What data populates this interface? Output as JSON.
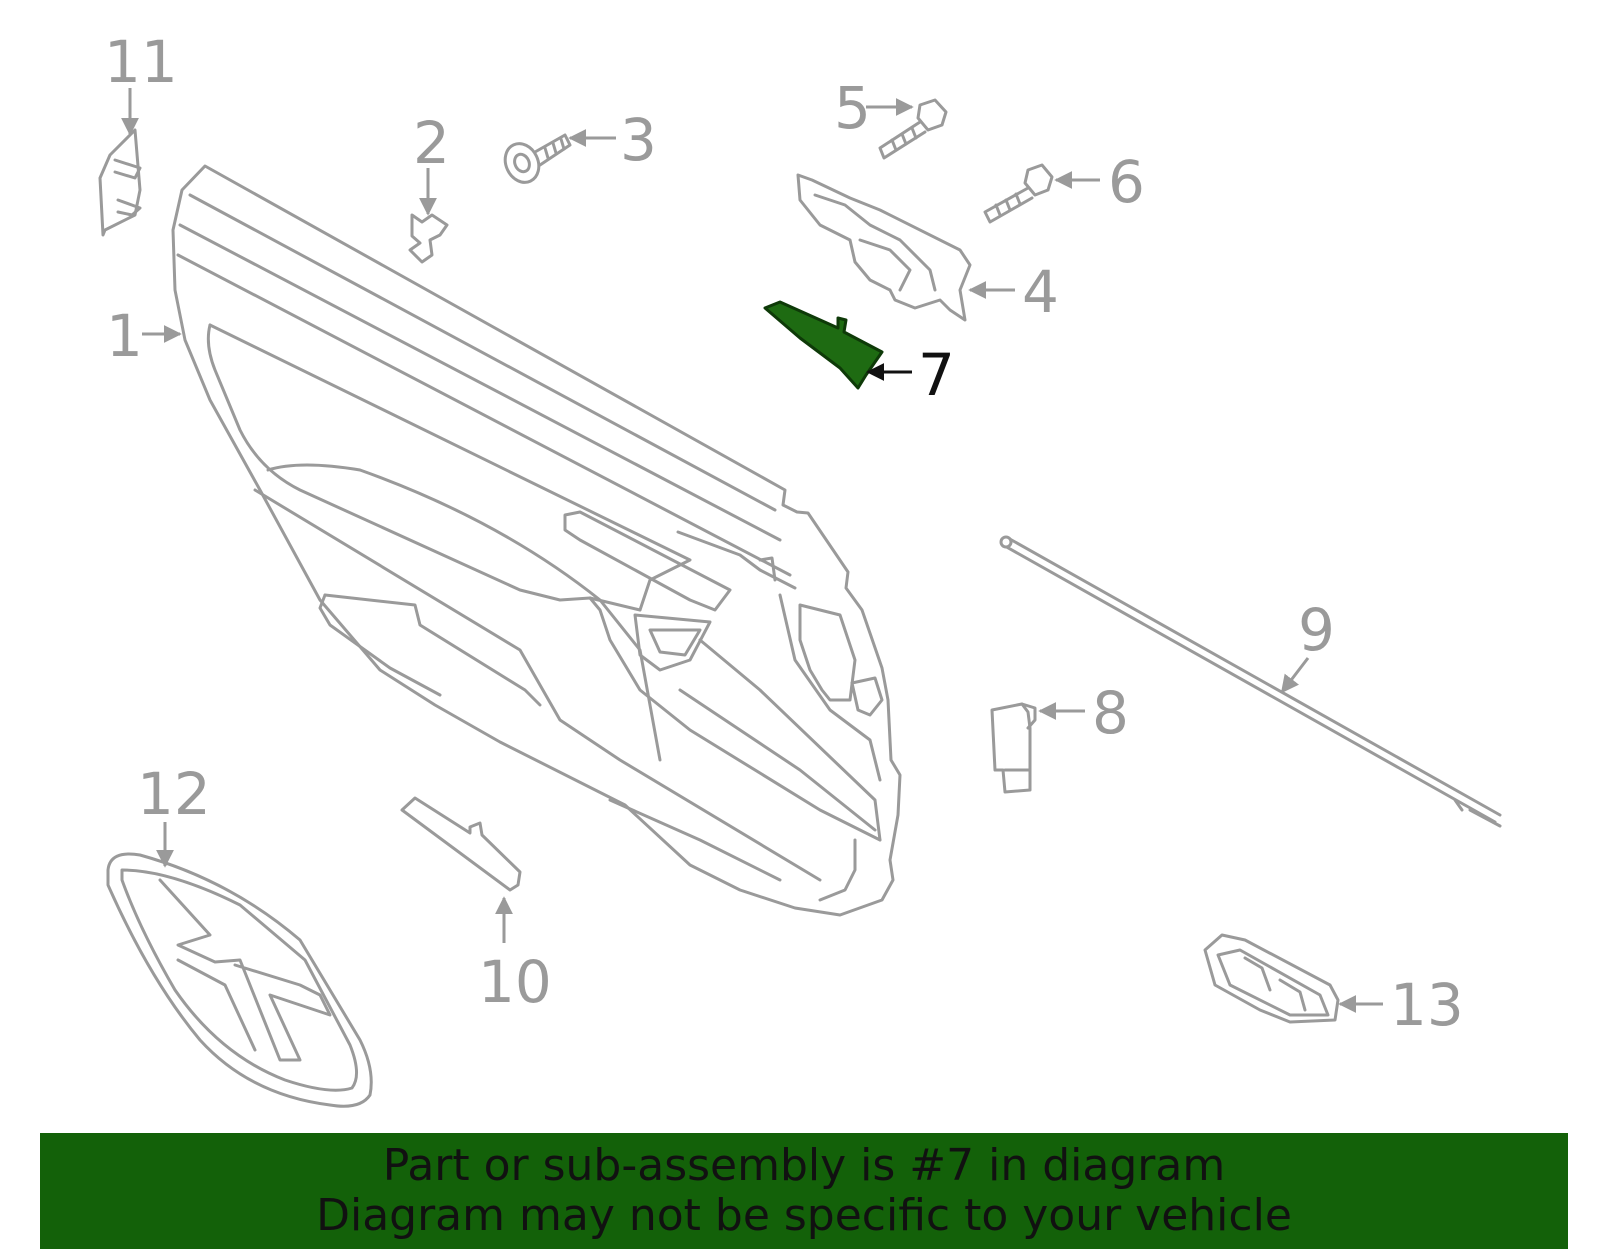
{
  "diagram": {
    "highlight_color": "#1e6b12",
    "callouts": [
      {
        "id": "1",
        "label": "1"
      },
      {
        "id": "2",
        "label": "2"
      },
      {
        "id": "3",
        "label": "3"
      },
      {
        "id": "4",
        "label": "4"
      },
      {
        "id": "5",
        "label": "5"
      },
      {
        "id": "6",
        "label": "6"
      },
      {
        "id": "7",
        "label": "7",
        "highlighted": true
      },
      {
        "id": "8",
        "label": "8"
      },
      {
        "id": "9",
        "label": "9"
      },
      {
        "id": "10",
        "label": "10"
      },
      {
        "id": "11",
        "label": "11"
      },
      {
        "id": "12",
        "label": "12"
      },
      {
        "id": "13",
        "label": "13"
      }
    ]
  },
  "banner": {
    "line1": "Part or sub-assembly is #7 in diagram",
    "line2": "Diagram may not be specific to your vehicle",
    "background": "#136109"
  }
}
